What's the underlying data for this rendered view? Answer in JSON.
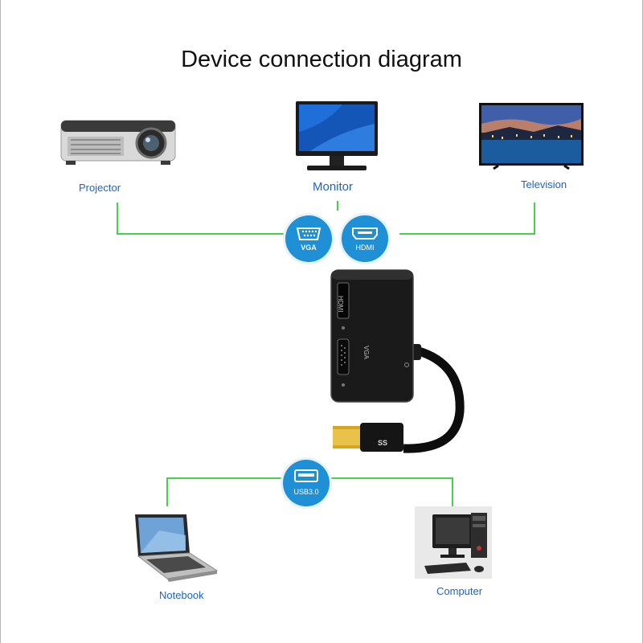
{
  "diagram": {
    "title": "Device connection diagram",
    "outputs": [
      {
        "label": "Projector",
        "icon": "projector-icon"
      },
      {
        "label": "Monitor",
        "icon": "monitor-icon"
      },
      {
        "label": "Television",
        "icon": "television-icon"
      }
    ],
    "inputs": [
      {
        "label": "Notebook",
        "icon": "laptop-icon"
      },
      {
        "label": "Computer",
        "icon": "desktop-computer-icon"
      }
    ],
    "port_badges": {
      "vga": "VGA",
      "hdmi": "HDMI",
      "usb": "USB3.0"
    },
    "adapter": {
      "hdmi_port_label": "HDMI",
      "vga_port_label": "VGA",
      "usb_logo": "SS"
    },
    "colors": {
      "connector_line": "#45d24a",
      "badge": "#1f8fd6",
      "label_text": "#1f63c4"
    }
  }
}
